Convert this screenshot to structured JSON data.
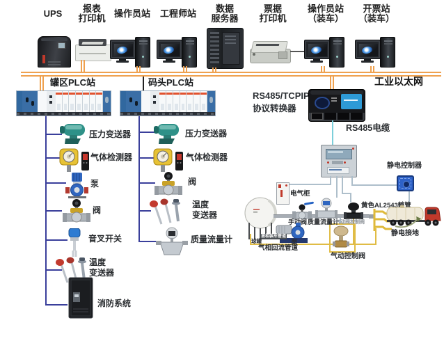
{
  "top_row": {
    "devices": [
      {
        "id": "ups",
        "lines": [
          "UPS"
        ]
      },
      {
        "id": "report-printer",
        "lines": [
          "报表",
          "打印机"
        ]
      },
      {
        "id": "operator-station",
        "lines": [
          "操作员站"
        ]
      },
      {
        "id": "engineer-station",
        "lines": [
          "工程师站"
        ]
      },
      {
        "id": "data-server",
        "lines": [
          "数据",
          "服务器"
        ]
      },
      {
        "id": "ticket-printer",
        "lines": [
          "票据",
          "打印机"
        ]
      },
      {
        "id": "operator-station-loading",
        "lines": [
          "操作员站",
          "（装车）"
        ]
      },
      {
        "id": "ticketing-station-loading",
        "lines": [
          "开票站",
          "（装车）"
        ]
      }
    ]
  },
  "network": {
    "ethernet_label": "工业以太网"
  },
  "plc_stations": {
    "tank_area": "罐区PLC站",
    "dock": "码头PLC站"
  },
  "converter": {
    "name_line1": "RS485/TCPIP",
    "name_line2": "协议转换器",
    "cable_label": "RS485电缆"
  },
  "tank_area_devices": [
    {
      "label": "压力变送器"
    },
    {
      "label": "气体检测器"
    },
    {
      "label": "泵"
    },
    {
      "label": "阀"
    },
    {
      "label": "音叉开关"
    },
    {
      "label": "温度",
      "label2": "变送器"
    },
    {
      "label": "消防系统"
    }
  ],
  "dock_devices": [
    {
      "label": "压力变送器"
    },
    {
      "label": "气体检测器"
    },
    {
      "label": "阀"
    },
    {
      "label": "温度",
      "label2": "变送器"
    },
    {
      "label": "质量流量计"
    }
  ],
  "loading_area": {
    "electrical_cabinet": "电气柜",
    "static_controller": "静电控制器",
    "static_grounding": "静电接地",
    "loading_arm": "黄色AL2543鹤管",
    "manual_valve": "手动阀",
    "mass_flowmeter": "质量流量计",
    "pneumatic_valve": "气动阀控制阀",
    "pneumatic_control_valve": "气动控制阀",
    "pump": "泵",
    "sphere_tank": "球罐",
    "liquid_loading_pipe": "液相装车管道",
    "gas_return_pipe": "气相回流管道"
  },
  "colors": {
    "ethernet_bus": "#EFA14F",
    "fieldbus_line": "#3A3F9B",
    "rs485_cable": "#7CCFDA",
    "return_pipe": "#E0BC45",
    "signal_line": "#AEBFCB"
  },
  "icon_names": [
    "ups-tower-icon",
    "laser-printer-icon",
    "workstation-icon",
    "server-tower-icon",
    "dot-matrix-printer-icon",
    "plc-rack-icon",
    "protocol-converter-icon",
    "pressure-transmitter-icon",
    "gas-detector-icon",
    "pump-icon",
    "valve-icon",
    "tuning-fork-switch-icon",
    "temperature-transmitter-icon",
    "fire-system-icon",
    "mass-flowmeter-icon",
    "sphere-tank-icon",
    "control-cabinet-icon",
    "electrical-cabinet-icon",
    "static-controller-icon",
    "loading-arm-icon",
    "tank-truck-icon",
    "grounding-clamp-icon"
  ]
}
